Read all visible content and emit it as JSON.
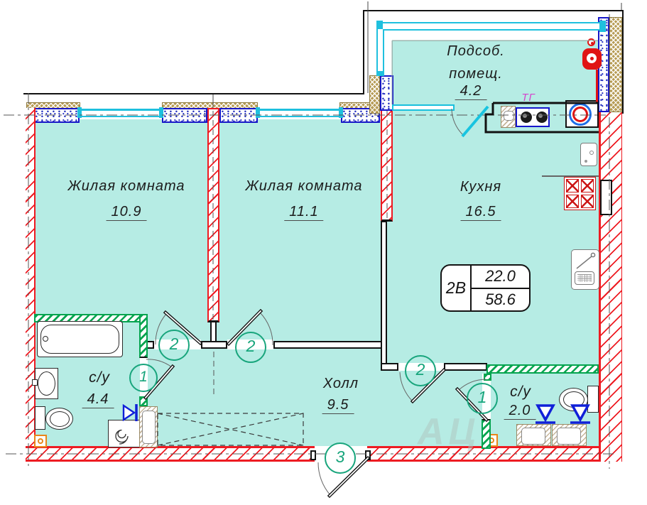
{
  "colors": {
    "room_fill": "#b6ece4",
    "wall_red": "#ee1b22",
    "wall_green": "#04a44f",
    "window_cyan": "#1fc0de",
    "pier_blue": "#1717c8",
    "lintel_tan": "#b69b55",
    "tag_teal": "#18a57c",
    "gas_magenta": "#d444cc",
    "fixture_blue": "#1020d8",
    "drain_orange": "#e8861a"
  },
  "rooms": [
    {
      "name": "Жилая комната",
      "area": "10.9"
    },
    {
      "name": "Жилая комната",
      "area": "11.1"
    },
    {
      "name": "Кухня",
      "area": "16.5"
    },
    {
      "name_line1": "Подсоб.",
      "name_line2": "помещ.",
      "area": "4.2"
    },
    {
      "name": "с/у",
      "area": "4.4"
    },
    {
      "name": "Холл",
      "area": "9.5"
    },
    {
      "name": "с/у",
      "area": "2.0"
    }
  ],
  "stamp": {
    "apartment_type": "2В",
    "living_area": "22.0",
    "total_area": "58.6"
  },
  "door_tags": {
    "bath_main": "1",
    "bath_guest": "1",
    "room1": "2",
    "room2": "2",
    "kitchen": "2",
    "entrance": "3"
  },
  "labels": {
    "gas": "ТГ"
  },
  "watermark": "АЦ"
}
